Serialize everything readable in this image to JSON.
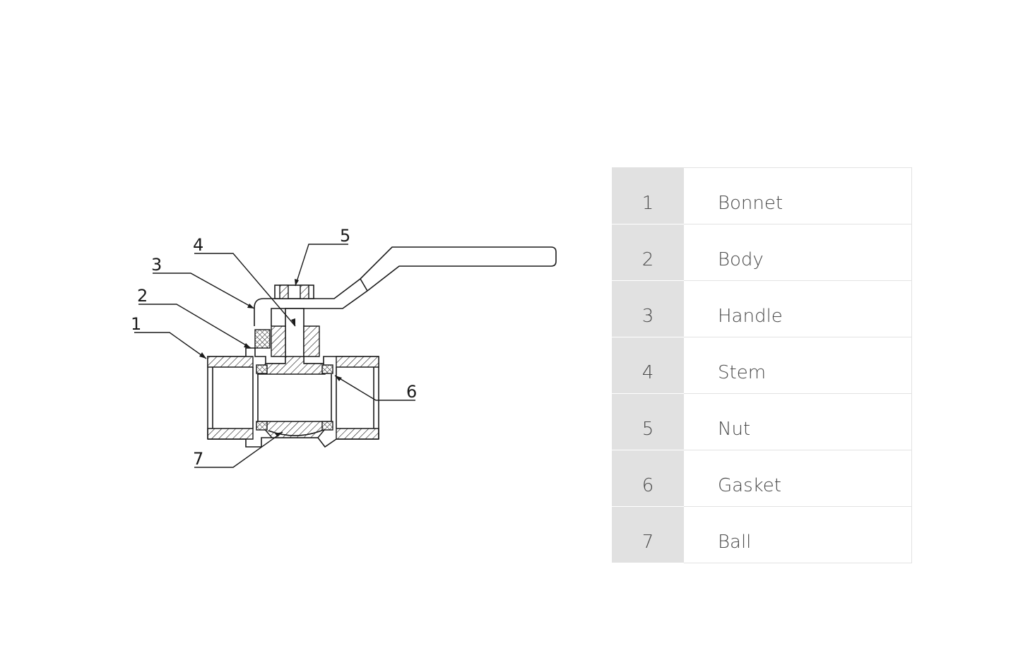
{
  "callouts": [
    "1",
    "2",
    "3",
    "4",
    "5",
    "6",
    "7"
  ],
  "parts": [
    {
      "num": "1",
      "name": "Bonnet"
    },
    {
      "num": "2",
      "name": "Body"
    },
    {
      "num": "3",
      "name": "Handle"
    },
    {
      "num": "4",
      "name": "Stem"
    },
    {
      "num": "5",
      "name": "Nut"
    },
    {
      "num": "6",
      "name": "Gasket"
    },
    {
      "num": "7",
      "name": "Ball"
    }
  ],
  "colors": {
    "line": "#1a1a1a",
    "table_number_bg": "#e1e1e1",
    "text": "#4a4a4a"
  }
}
